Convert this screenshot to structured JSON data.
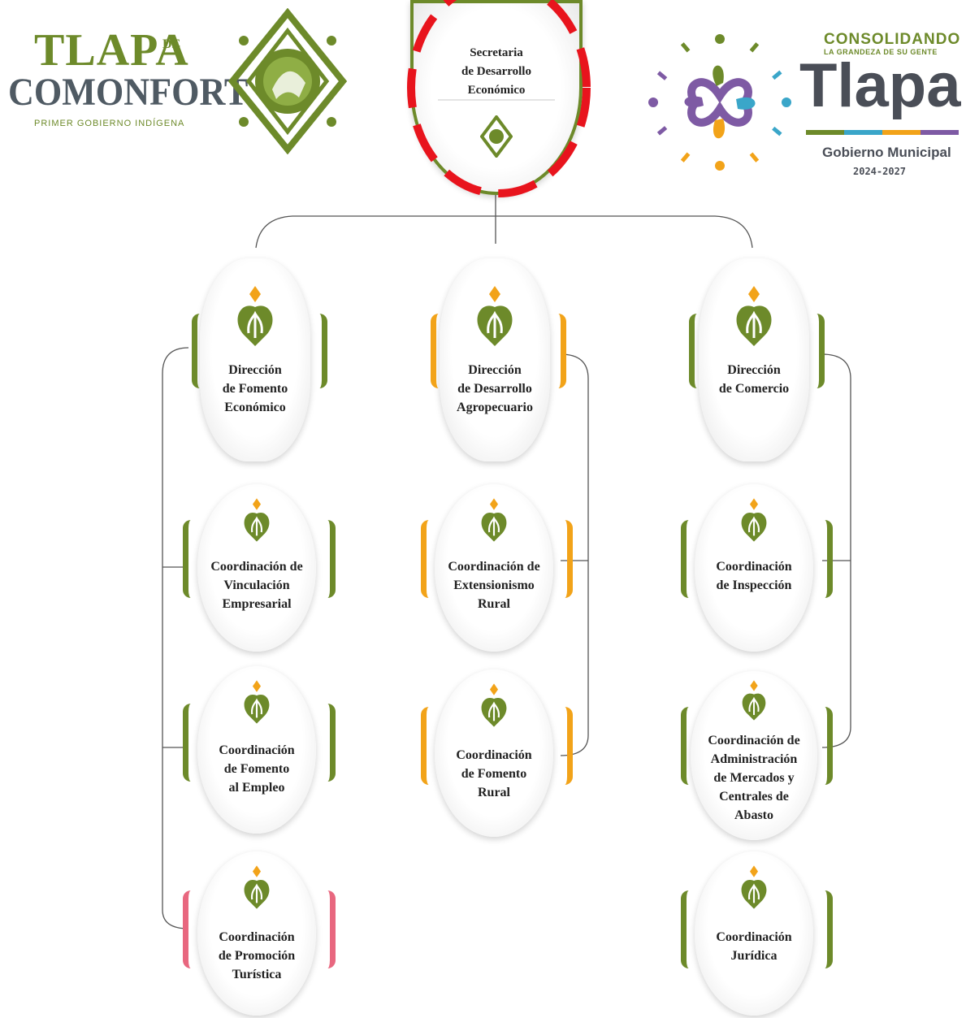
{
  "header": {
    "left_logo": {
      "name_line1": "TLAPA",
      "name_de": "DE",
      "name_line2": "COMONFORT",
      "tagline": "PRIMER GOBIERNO INDÍGENA"
    },
    "right_logo": {
      "line1": "CONSOLIDANDO",
      "line2": "LA GRANDEZA DE SU GENTE",
      "big": "Tlapa",
      "line3": "Gobierno Municipal",
      "years": "2024-2027"
    }
  },
  "org": {
    "root": "Secretaria\nde Desarrollo\nEconómico",
    "columns": [
      {
        "direction": "Dirección\nde Fomento\nEconómico",
        "coordinations": [
          "Coordinación de\nVinculación\nEmpresarial",
          "Coordinación\nde Fomento\nal Empleo",
          "Coordinación\nde Promoción\nTurística"
        ]
      },
      {
        "direction": "Dirección\nde Desarrollo\nAgropecuario",
        "coordinations": [
          "Coordinación de\nExtensionismo\nRural",
          "Coordinación\nde Fomento\nRural"
        ]
      },
      {
        "direction": "Dirección\nde Comercio",
        "coordinations": [
          "Coordinación\nde Inspección",
          "Coordinación de\nAdministración\nde Mercados y\nCentrales de\nAbasto",
          "Coordinación\nJurídica"
        ]
      }
    ]
  },
  "colors": {
    "green": "#6d8a2a",
    "orange": "#f2a319",
    "pink": "#e8677f",
    "highlight_red": "#e8141d"
  }
}
